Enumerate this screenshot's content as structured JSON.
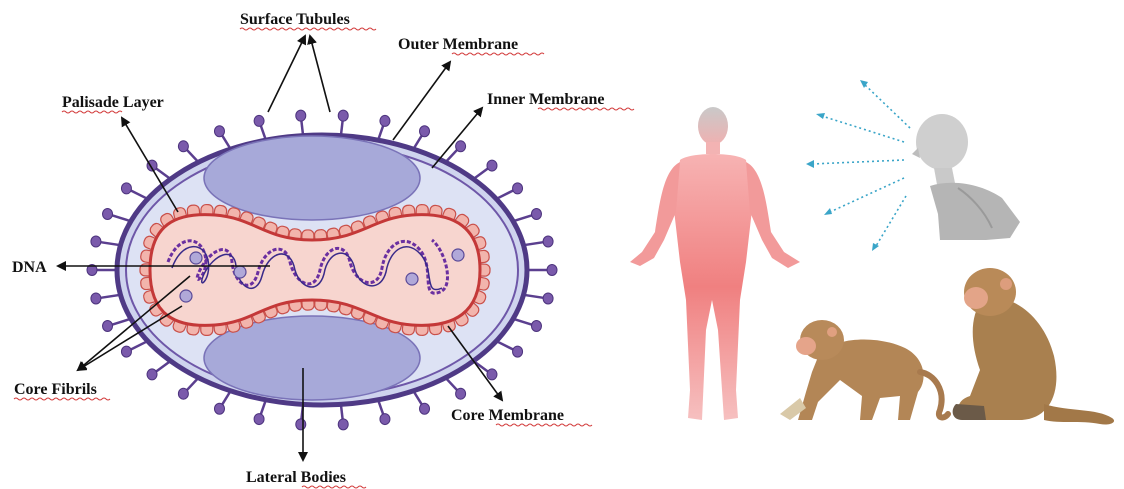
{
  "colors": {
    "outer_membrane": "#5b3f8f",
    "inner_fill": "#dde2f3",
    "lateral_body": "#a8a8d8",
    "palisade_bead": "#f2b7b0",
    "palisade_outline": "#c33a3a",
    "core_fill": "#f6d4cf",
    "dna": "#6a2fa0",
    "spike": "#6a4a99",
    "body_red": "#f08a8a",
    "monkey": "#b98d5f"
  },
  "diagram": {
    "labels": {
      "surface_tubules": "Surface Tubules",
      "outer_membrane": "Outer Membrane",
      "inner_membrane": "Inner Membrane",
      "palisade_layer": "Palisade Layer",
      "dna": "DNA",
      "core_fibrils": "Core Fibrils",
      "core_membrane": "Core Membrane",
      "lateral_bodies": "Lateral Bodies"
    }
  },
  "illustration": {
    "subjects": [
      "human-figure",
      "person-sneezing",
      "macaque-walking",
      "macaque-sitting"
    ]
  }
}
